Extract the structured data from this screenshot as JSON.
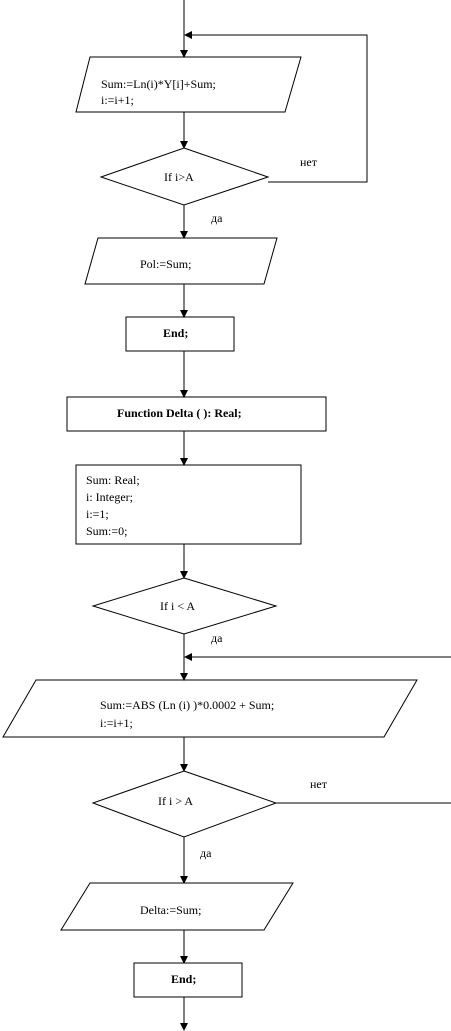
{
  "flowchart": {
    "loop1": {
      "compute": [
        "Sum:=Ln(i)*Y[i]+Sum;",
        "i:=i+1;"
      ],
      "condition": "If i>A",
      "no_label": "нет",
      "yes_label": "да"
    },
    "assign_pol": "Pol:=Sum;",
    "end1": "End;",
    "function_header": "Function Delta ( ): Real;",
    "declarations": [
      "Sum: Real;",
      "i: Integer;",
      "i:=1;",
      "Sum:=0;"
    ],
    "check1": {
      "condition": "If i < A",
      "yes_label": "да"
    },
    "loop2": {
      "compute": [
        "Sum:=ABS (Ln (i) )*0.0002 + Sum;",
        "i:=i+1;"
      ],
      "condition": "If i > A",
      "no_label": "нет",
      "yes_label": "да"
    },
    "assign_delta": "Delta:=Sum;",
    "end2": "End;"
  }
}
